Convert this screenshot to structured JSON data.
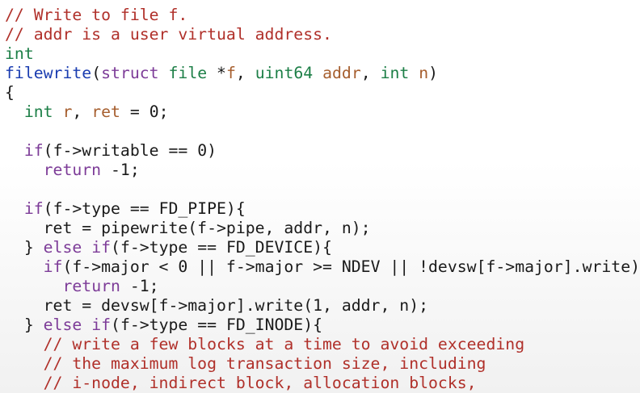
{
  "editor": {
    "lines": [
      [
        {
          "t": "// Write to file f.",
          "c": "c"
        }
      ],
      [
        {
          "t": "// addr is a user virtual address.",
          "c": "c"
        }
      ],
      [
        {
          "t": "int",
          "c": "t"
        }
      ],
      [
        {
          "t": "filewrite",
          "c": "f"
        },
        {
          "t": "(",
          "c": "n"
        },
        {
          "t": "struct",
          "c": "k"
        },
        {
          "t": " ",
          "c": "n"
        },
        {
          "t": "file",
          "c": "t"
        },
        {
          "t": " *",
          "c": "n"
        },
        {
          "t": "f",
          "c": "v"
        },
        {
          "t": ", ",
          "c": "n"
        },
        {
          "t": "uint64",
          "c": "t"
        },
        {
          "t": " ",
          "c": "n"
        },
        {
          "t": "addr",
          "c": "v"
        },
        {
          "t": ", ",
          "c": "n"
        },
        {
          "t": "int",
          "c": "t"
        },
        {
          "t": " ",
          "c": "n"
        },
        {
          "t": "n",
          "c": "v"
        },
        {
          "t": ")",
          "c": "n"
        }
      ],
      [
        {
          "t": "{",
          "c": "n"
        }
      ],
      [
        {
          "t": "  ",
          "c": "n"
        },
        {
          "t": "int",
          "c": "t"
        },
        {
          "t": " ",
          "c": "n"
        },
        {
          "t": "r",
          "c": "v"
        },
        {
          "t": ", ",
          "c": "n"
        },
        {
          "t": "ret",
          "c": "v"
        },
        {
          "t": " = 0;",
          "c": "n"
        }
      ],
      [],
      [
        {
          "t": "  ",
          "c": "n"
        },
        {
          "t": "if",
          "c": "k"
        },
        {
          "t": "(f->writable == 0)",
          "c": "n"
        }
      ],
      [
        {
          "t": "    ",
          "c": "n"
        },
        {
          "t": "return",
          "c": "k"
        },
        {
          "t": " -1;",
          "c": "n"
        }
      ],
      [],
      [
        {
          "t": "  ",
          "c": "n"
        },
        {
          "t": "if",
          "c": "k"
        },
        {
          "t": "(f->type == FD_PIPE){",
          "c": "n"
        }
      ],
      [
        {
          "t": "    ret = pipewrite(f->pipe, addr, n);",
          "c": "n"
        }
      ],
      [
        {
          "t": "  } ",
          "c": "n"
        },
        {
          "t": "else",
          "c": "k"
        },
        {
          "t": " ",
          "c": "n"
        },
        {
          "t": "if",
          "c": "k"
        },
        {
          "t": "(f->type == FD_DEVICE){",
          "c": "n"
        }
      ],
      [
        {
          "t": "    ",
          "c": "n"
        },
        {
          "t": "if",
          "c": "k"
        },
        {
          "t": "(f->major < 0 || f->major >= NDEV || !devsw[f->major].write)",
          "c": "n"
        }
      ],
      [
        {
          "t": "      ",
          "c": "n"
        },
        {
          "t": "return",
          "c": "k"
        },
        {
          "t": " -1;",
          "c": "n"
        }
      ],
      [
        {
          "t": "    ret = devsw[f->major].write(1, addr, n);",
          "c": "n"
        }
      ],
      [
        {
          "t": "  } ",
          "c": "n"
        },
        {
          "t": "else",
          "c": "k"
        },
        {
          "t": " ",
          "c": "n"
        },
        {
          "t": "if",
          "c": "k"
        },
        {
          "t": "(f->type == FD_INODE){",
          "c": "n"
        }
      ],
      [
        {
          "t": "    // write a few blocks at a time to avoid exceeding",
          "c": "c"
        }
      ],
      [
        {
          "t": "    // the maximum log transaction size, including",
          "c": "c"
        }
      ],
      [
        {
          "t": "    // i-node, indirect block, allocation blocks,",
          "c": "c"
        }
      ]
    ]
  },
  "colors": {
    "comment": "#b0302a",
    "keyword": "#7d3c98",
    "type": "#1d7f47",
    "function": "#1a3cb0",
    "variable": "#a65e2e",
    "plain": "#1a1a1a"
  }
}
